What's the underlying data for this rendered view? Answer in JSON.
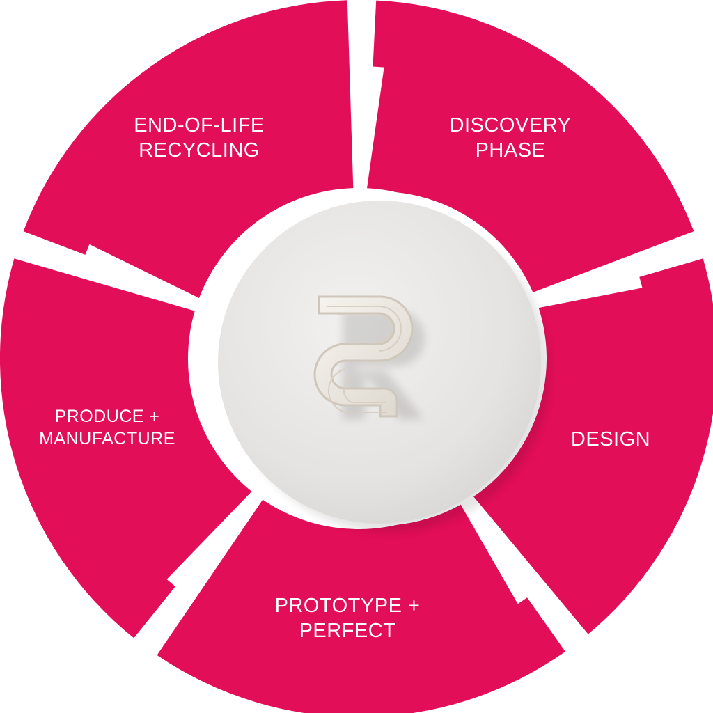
{
  "colors": {
    "segment": "#e20e58",
    "label": "#ffffff",
    "hub_ring": "#ffffff",
    "hub_disc": "#e6e5e3"
  },
  "cycle": {
    "stages": [
      {
        "id": "discovery",
        "lines": [
          "DISCOVERY",
          "PHASE"
        ]
      },
      {
        "id": "design",
        "lines": [
          "DESIGN"
        ]
      },
      {
        "id": "prototype",
        "lines": [
          "PROTOTYPE +",
          "PERFECT"
        ]
      },
      {
        "id": "produce",
        "lines": [
          "PRODUCE +",
          "MANUFACTURE"
        ]
      },
      {
        "id": "recycling",
        "lines": [
          "END-OF-LIFE",
          "RECYCLING"
        ]
      }
    ]
  },
  "hub": {
    "logo_icon": "quilled-paper-r-logo-icon"
  }
}
